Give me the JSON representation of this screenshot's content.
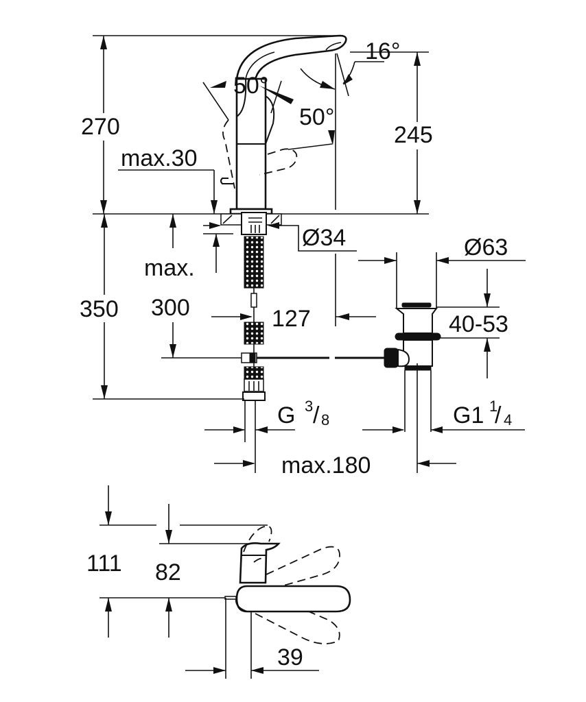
{
  "diagram": {
    "type": "technical-dimension-drawing",
    "subject": "single-lever basin mixer with pop-up waste",
    "units": "mm"
  },
  "dimensions": {
    "total_height": "270",
    "spout_height": "245",
    "lever_angle_left": "50°",
    "lever_angle_right": "50°",
    "spout_angle": "16°",
    "max_deck_thickness": "max.30",
    "hole_diameter": "Ø34",
    "waste_diameter": "Ø63",
    "hose_length": "350",
    "max_label": "max.",
    "max_depth": "300",
    "spout_reach": "127",
    "waste_range": "40-53",
    "inlet_thread_main": "G",
    "inlet_thread_num": "3",
    "inlet_thread_den": "8",
    "waste_thread_main": "G1",
    "waste_thread_num": "1",
    "waste_thread_den": "4",
    "max_spacing": "max.180",
    "lever_top_height": "111",
    "lever_height": "82",
    "lever_offset": "39"
  },
  "colors": {
    "line": "#111111",
    "background": "#ffffff"
  }
}
